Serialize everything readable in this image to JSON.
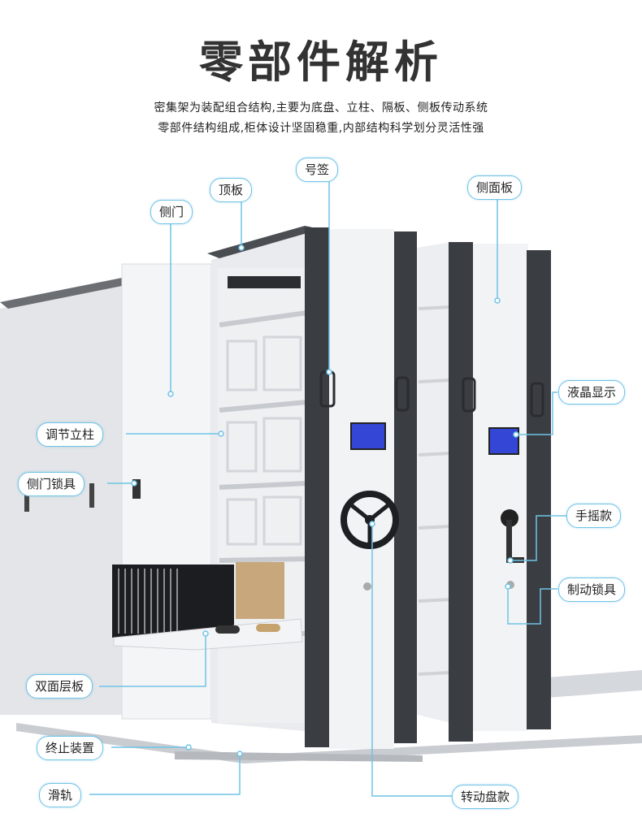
{
  "title": "零部件解析",
  "subtitle": {
    "line1": "密集架为装配组合结构,主要为底盘、立柱、隔板、侧板传动系统",
    "line2": "零部件结构组成,柜体设计坚固稳重,内部结构科学划分灵活性强"
  },
  "callouts": {
    "side_door": "侧门",
    "top_board": "顶板",
    "label_tag": "号签",
    "side_panel": "侧面板",
    "adjust_column": "调节立柱",
    "side_door_lock": "侧门锁具",
    "lcd_display": "液晶显示",
    "hand_crank": "手摇款",
    "brake_lock": "制动锁具",
    "double_shelf": "双面层板",
    "stop_device": "终止装置",
    "rail": "滑轨",
    "rotating_wheel": "转动盘款"
  },
  "colors": {
    "callout_border": "#6fc3e6",
    "leader_line": "#6fc3e6",
    "cabinet_white": "#f2f3f5",
    "cabinet_dark": "#3a3d42",
    "lcd_blue": "#3346d6"
  }
}
